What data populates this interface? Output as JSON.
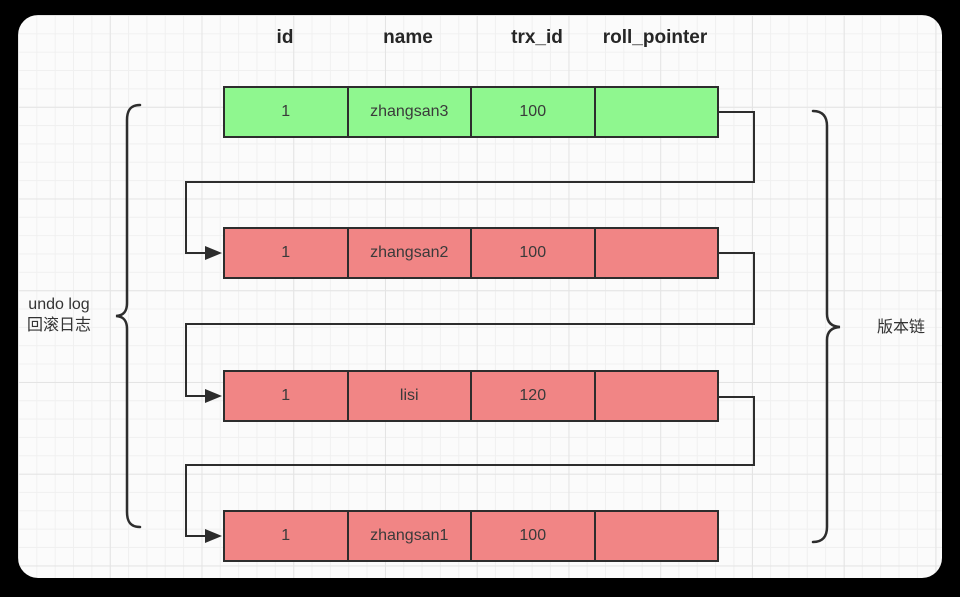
{
  "header": {
    "columns": [
      "id",
      "name",
      "trx_id",
      "roll_pointer"
    ]
  },
  "rows": [
    {
      "id": "1",
      "name": "zhangsan3",
      "trx_id": "100",
      "roll_pointer": ""
    },
    {
      "id": "1",
      "name": "zhangsan2",
      "trx_id": "100",
      "roll_pointer": ""
    },
    {
      "id": "1",
      "name": "lisi",
      "trx_id": "120",
      "roll_pointer": ""
    },
    {
      "id": "1",
      "name": "zhangsan1",
      "trx_id": "100",
      "roll_pointer": ""
    }
  ],
  "labels": {
    "undo_log_en": "undo log",
    "undo_log_zh": "回滚日志",
    "version_chain": "版本链"
  },
  "colors": {
    "current_version_fill": "#8ff78f",
    "undo_version_fill": "#f18585",
    "line_stroke": "#2d2d2d",
    "canvas_bg": "#fbfbfb",
    "frame_bg": "#000000"
  }
}
